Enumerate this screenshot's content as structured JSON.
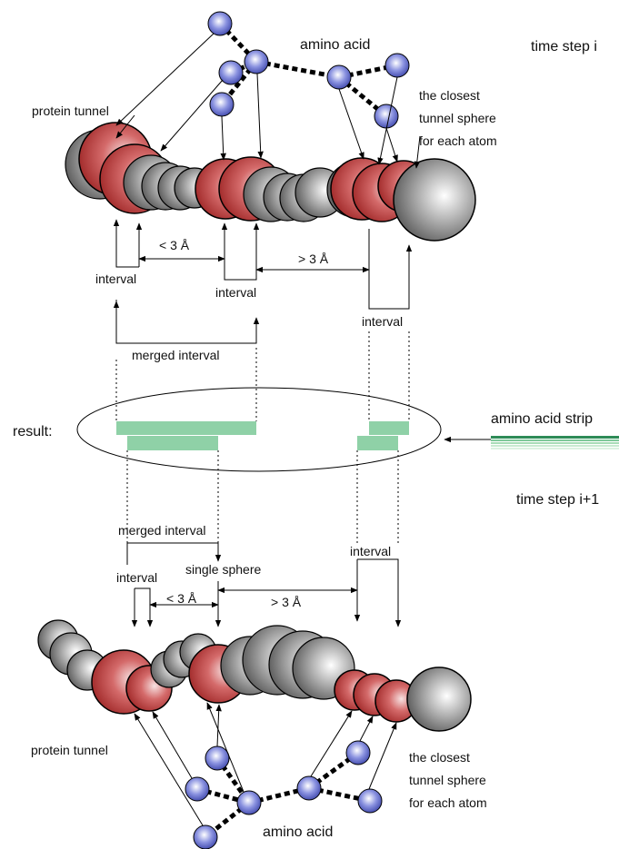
{
  "labels": {
    "time_step_top": "time step i",
    "time_step_bottom": "time step i+1",
    "amino_acid": "amino acid",
    "protein_tunnel": "protein tunnel",
    "closest_line1": "the closest",
    "closest_line2": "tunnel sphere",
    "closest_line3": "for each atom",
    "lt3": "< 3 Å",
    "gt3": "> 3 Å",
    "interval": "interval",
    "merged_interval": "merged interval",
    "single_sphere": "single sphere",
    "result": "result:",
    "amino_acid_strip": "amino acid strip"
  },
  "colors": {
    "red_sphere": "#c44a4a",
    "gray_sphere": "#808080",
    "atom": "#5b64c8",
    "strip": "#8fd1a7"
  }
}
